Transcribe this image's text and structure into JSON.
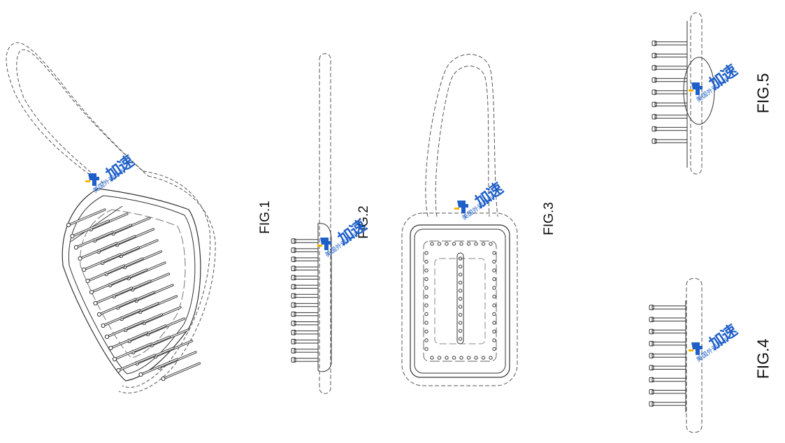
{
  "figures": {
    "fig1": "FIG.1",
    "fig2": "FIG.2",
    "fig3": "FIG.3",
    "fig4": "FIG.4",
    "fig5": "FIG.5"
  },
  "watermark": {
    "brand": "加速",
    "caption": "美国外观专利",
    "color": "#1e5fc8",
    "accent": "#f2b600"
  },
  "colors": {
    "line": "#333333",
    "dashed": "#555555"
  }
}
